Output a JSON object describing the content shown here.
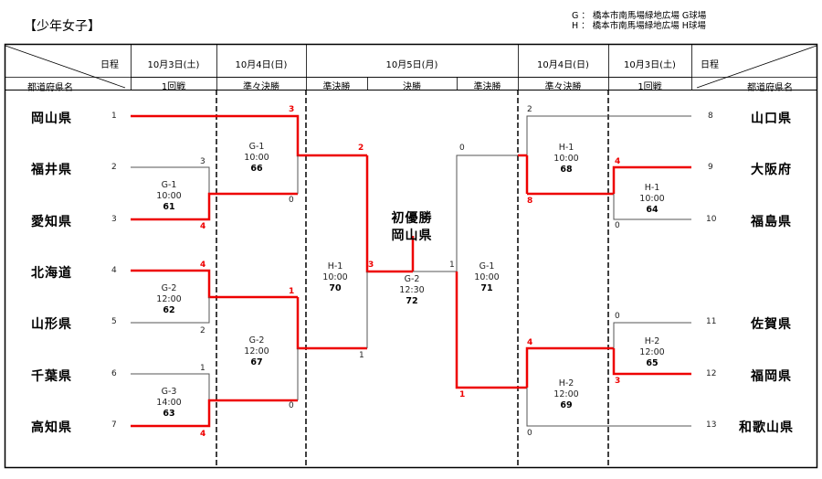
{
  "title": "【少年女子】",
  "legend": [
    "G ： 橋本市南馬場緑地広場 G球場",
    "H ： 橋本市南馬場緑地広場 H球場"
  ],
  "header": {
    "schedule_label": "日程",
    "prefecture_label": "都道府県名",
    "dates": {
      "left_r1": "10月3日(土)",
      "left_qf": "10月4日(日)",
      "center": "10月5日(月)",
      "right_qf": "10月4日(日)",
      "right_r1": "10月3日(土)"
    },
    "rounds": {
      "left_r1": "1回戦",
      "left_qf": "準々決勝",
      "left_sf": "準決勝",
      "final": "決勝",
      "right_sf": "準決勝",
      "right_qf": "準々決勝",
      "right_r1": "1回戦"
    }
  },
  "colors": {
    "winner_line": "#ee0000",
    "loser_line": "#555555"
  },
  "teams_left": [
    {
      "seed": "1",
      "name": "岡山県"
    },
    {
      "seed": "2",
      "name": "福井県"
    },
    {
      "seed": "3",
      "name": "愛知県"
    },
    {
      "seed": "4",
      "name": "北海道"
    },
    {
      "seed": "5",
      "name": "山形県"
    },
    {
      "seed": "6",
      "name": "千葉県"
    },
    {
      "seed": "7",
      "name": "高知県"
    }
  ],
  "teams_right": [
    {
      "seed": "8",
      "name": "山口県"
    },
    {
      "seed": "9",
      "name": "大阪府"
    },
    {
      "seed": "10",
      "name": "福島県"
    },
    {
      "seed": "11",
      "name": "佐賀県"
    },
    {
      "seed": "12",
      "name": "福岡県"
    },
    {
      "seed": "13",
      "name": "和歌山県"
    }
  ],
  "matches": {
    "m61": {
      "court": "G-1",
      "time": "10:00",
      "no": "61"
    },
    "m62": {
      "court": "G-2",
      "time": "12:00",
      "no": "62"
    },
    "m63": {
      "court": "G-3",
      "time": "14:00",
      "no": "63"
    },
    "m64": {
      "court": "H-1",
      "time": "10:00",
      "no": "64"
    },
    "m65": {
      "court": "H-2",
      "time": "12:00",
      "no": "65"
    },
    "m66": {
      "court": "G-1",
      "time": "10:00",
      "no": "66"
    },
    "m67": {
      "court": "G-2",
      "time": "12:00",
      "no": "67"
    },
    "m68": {
      "court": "H-1",
      "time": "10:00",
      "no": "68"
    },
    "m69": {
      "court": "H-2",
      "time": "12:00",
      "no": "69"
    },
    "m70": {
      "court": "H-1",
      "time": "10:00",
      "no": "70"
    },
    "m71": {
      "court": "G-1",
      "time": "10:00",
      "no": "71"
    },
    "m72": {
      "court": "G-2",
      "time": "12:30",
      "no": "72"
    }
  },
  "scores": {
    "m61_top": "3",
    "m61_bot": "4",
    "m62_top": "4",
    "m62_bot": "2",
    "m63_top": "1",
    "m63_bot": "4",
    "m66_top": "3",
    "m66_bot": "0",
    "m67_top": "1",
    "m67_bot": "0",
    "m70_top": "2",
    "m70_bot": "1",
    "m72_left": "3",
    "m72_right": "1",
    "m71_top": "0",
    "m71_bot": "1",
    "m68_top": "2",
    "m68_bot": "8",
    "m69_top": "4",
    "m69_bot": "0",
    "m64_top": "4",
    "m64_bot": "0",
    "m65_top": "0",
    "m65_bot": "3"
  },
  "champion": {
    "label": "初優勝",
    "team": "岡山県"
  }
}
